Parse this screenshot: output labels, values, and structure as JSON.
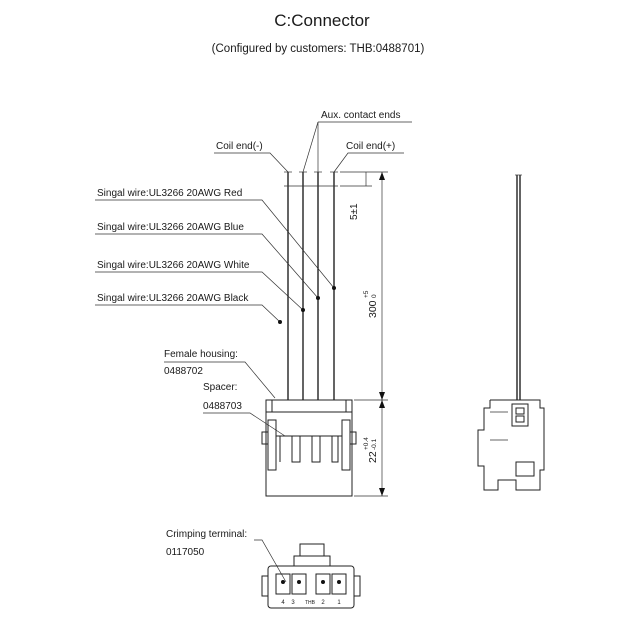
{
  "diagram": {
    "title": "C:Connector",
    "subtitle": "(Configured by customers: THB:0488701)",
    "labels": {
      "aux_contact_ends": "Aux. contact ends",
      "coil_end_minus": "Coil end(-)",
      "coil_end_plus": "Coil end(+)",
      "signal_wire_red": "Singal wire:UL3266 20AWG Red",
      "signal_wire_blue": "Singal wire:UL3266 20AWG Blue",
      "signal_wire_white": "Singal wire:UL3266 20AWG White",
      "signal_wire_black": "Singal wire:UL3266 20AWG Black",
      "female_housing": "Female housing:",
      "female_housing_part": "0488702",
      "spacer": "Spacer:",
      "spacer_part": "0488703",
      "crimping_terminal": "Crimping terminal:",
      "crimping_terminal_part": "0117050"
    },
    "dimensions": {
      "strip_length": "5±1",
      "wire_length_value": "300",
      "wire_length_tol_upper": "+5",
      "wire_length_tol_lower": "0",
      "housing_length_value": "22",
      "housing_tol_upper": "+0.4",
      "housing_tol_lower": "-0.1"
    },
    "terminal_pins": {
      "pin4": "4",
      "pin3": "3",
      "center": "THB",
      "pin2": "2",
      "pin1": "1"
    }
  }
}
